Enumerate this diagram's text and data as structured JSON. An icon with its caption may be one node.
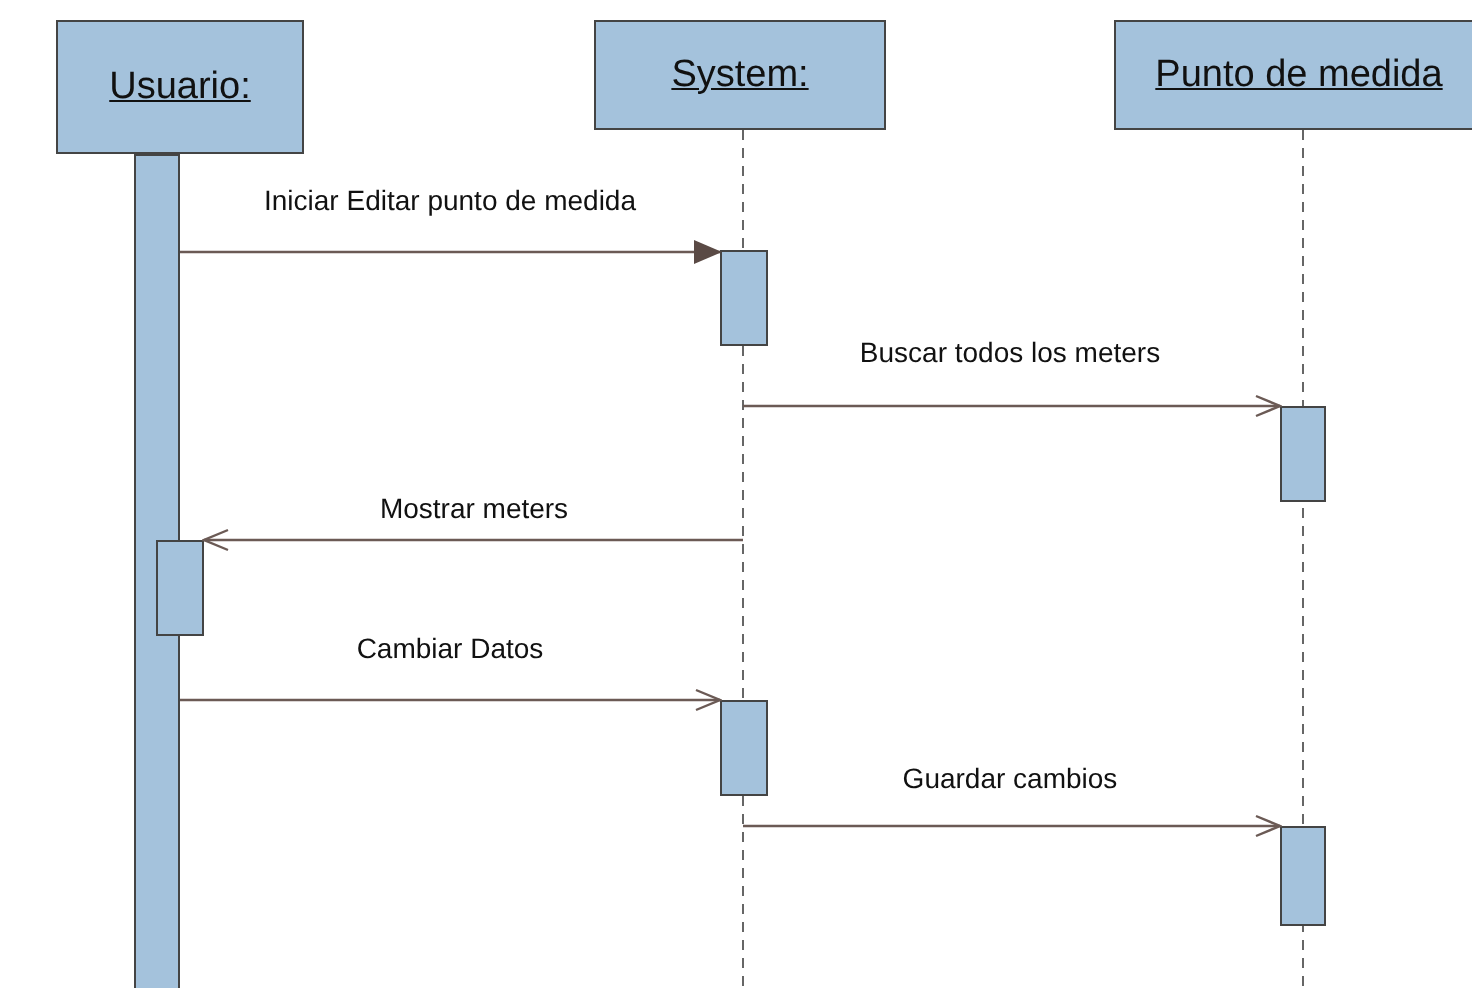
{
  "diagram": {
    "nodes": [
      {
        "text": [
          "Usuario:"
        ]
      },
      {
        "text": [
          "System:"
        ]
      },
      {
        "text": [
          "Punto de medida"
        ]
      },
      {
        "text": [],
        "shape": "line"
      },
      {
        "text": [],
        "shape": "line"
      },
      {
        "text": [],
        "shape": "bar"
      },
      {
        "text": [],
        "shape": "bar"
      },
      {
        "text": [],
        "shape": "bar"
      },
      {
        "text": [],
        "shape": "bar"
      },
      {
        "text": [],
        "shape": "bar"
      },
      {
        "text": [],
        "shape": "bar"
      }
    ],
    "edges": [
      {
        "from": 5,
        "to": 6,
        "arrow": "to",
        "label": "Iniciar Editar punto de medida"
      },
      {
        "from": 3,
        "to": 7,
        "arrow": "to",
        "label": "Buscar todos los meters"
      },
      {
        "from": 3,
        "to": 8,
        "arrow": "to",
        "label": "Mostrar meters"
      },
      {
        "from": 5,
        "to": 9,
        "arrow": "to",
        "label": "Cambiar Datos"
      },
      {
        "from": 3,
        "to": 10,
        "arrow": "to",
        "label": "Guardar cambios"
      }
    ]
  }
}
